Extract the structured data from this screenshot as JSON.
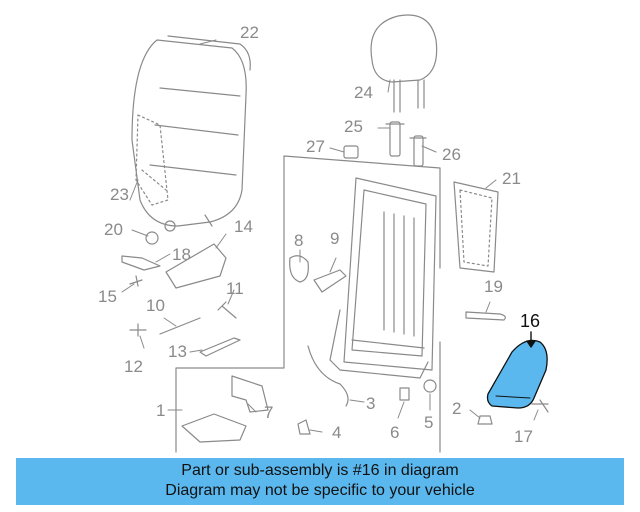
{
  "diagram": {
    "callouts": {
      "c1": "1",
      "c2": "2",
      "c3": "3",
      "c4": "4",
      "c5": "5",
      "c6": "6",
      "c7": "7",
      "c8": "8",
      "c9": "9",
      "c10": "10",
      "c11": "11",
      "c12": "12",
      "c13": "13",
      "c14": "14",
      "c15": "15",
      "c16": "16",
      "c17": "17",
      "c18": "18",
      "c19": "19",
      "c20": "20",
      "c21": "21",
      "c22": "22",
      "c23": "23",
      "c24": "24",
      "c25": "25",
      "c26": "26",
      "c27": "27"
    },
    "highlighted_part": "16",
    "colors": {
      "line": "#8a8a8a",
      "highlight_fill": "#5ab8ee",
      "highlight_stroke": "#111111",
      "banner_bg": "#5ab8ee"
    }
  },
  "banner": {
    "line1": "Part or sub-assembly is #16 in diagram",
    "line2": "Diagram may not be specific to your vehicle"
  }
}
